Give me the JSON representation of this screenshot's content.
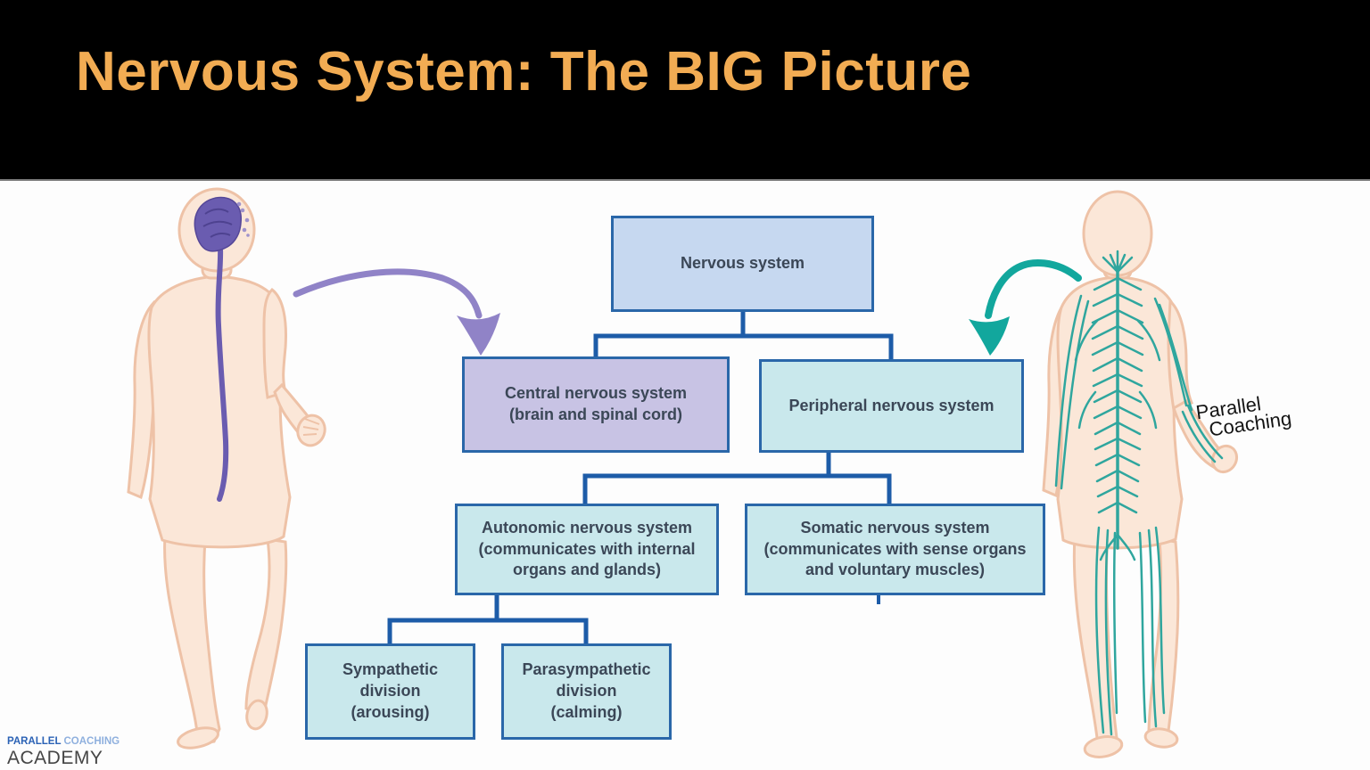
{
  "header": {
    "title": "Nervous System: The BIG Picture"
  },
  "diagram": {
    "type": "flowchart-hierarchy",
    "boxes": {
      "nervous": {
        "label": "Nervous system",
        "fill": "#C6D8F0"
      },
      "cns": {
        "label": "Central nervous system\n(brain and spinal cord)",
        "fill": "#C8C3E4"
      },
      "pns": {
        "label": "Peripheral nervous system",
        "fill": "#C9E8EC"
      },
      "autonomic": {
        "label": "Autonomic nervous system\n(communicates with internal\norgans and glands)",
        "fill": "#C9E8EC"
      },
      "somatic": {
        "label": "Somatic nervous system\n(communicates with sense organs\nand voluntary muscles)",
        "fill": "#C9E8EC"
      },
      "sympathetic": {
        "label": "Sympathetic\ndivision\n(arousing)",
        "fill": "#C9E8EC"
      },
      "parasympathetic": {
        "label": "Parasympathetic\ndivision\n(calming)",
        "fill": "#C9E8EC"
      }
    },
    "edges": [
      [
        "Nervous system",
        "Central nervous system"
      ],
      [
        "Nervous system",
        "Peripheral nervous system"
      ],
      [
        "Peripheral nervous system",
        "Autonomic nervous system"
      ],
      [
        "Peripheral nervous system",
        "Somatic nervous system"
      ],
      [
        "Autonomic nervous system",
        "Sympathetic division"
      ],
      [
        "Autonomic nervous system",
        "Parasympathetic division"
      ]
    ],
    "illustrations": {
      "left_figure": "human body with brain and spinal cord highlighted (central nervous system)",
      "right_figure": "human body with peripheral nerve network highlighted (peripheral nervous system)"
    }
  },
  "watermark": {
    "line1": "Parallel",
    "line2": "Coaching"
  },
  "logo": {
    "part1": "PARALLEL",
    "part2": "COACHING",
    "part3": "ACADEMY"
  },
  "colors": {
    "title": "#F2AC53",
    "header_bg": "#000000",
    "box_border": "#2A67A9",
    "connector": "#1D5CA8",
    "fill_blue": "#C6D8F0",
    "fill_lavender": "#C8C3E4",
    "fill_cyan": "#C9E8EC",
    "arrow_purple": "#9083C7",
    "arrow_teal": "#12A79D",
    "skin": "#FBE7D8",
    "skin_outline": "#EEC2A7",
    "brain_purple": "#6A5CB0",
    "nerve_teal": "#2FA69E"
  }
}
